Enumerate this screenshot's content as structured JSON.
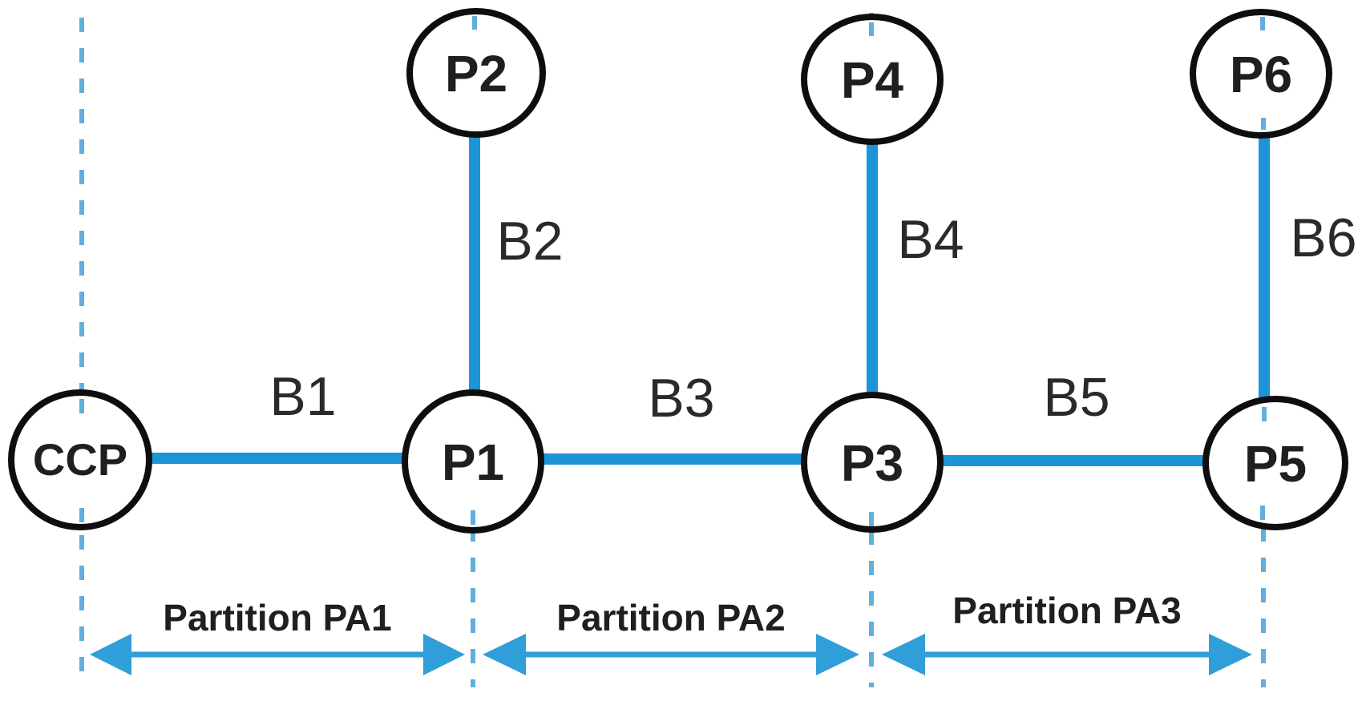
{
  "diagram": {
    "nodes": [
      {
        "id": "CCP",
        "label": "CCP"
      },
      {
        "id": "P1",
        "label": "P1"
      },
      {
        "id": "P2",
        "label": "P2"
      },
      {
        "id": "P3",
        "label": "P3"
      },
      {
        "id": "P4",
        "label": "P4"
      },
      {
        "id": "P5",
        "label": "P5"
      },
      {
        "id": "P6",
        "label": "P6"
      }
    ],
    "branches": [
      {
        "label": "B1",
        "from": "CCP",
        "to": "P1"
      },
      {
        "label": "B2",
        "from": "P2",
        "to": "P1"
      },
      {
        "label": "B3",
        "from": "P1",
        "to": "P3"
      },
      {
        "label": "B4",
        "from": "P4",
        "to": "P3"
      },
      {
        "label": "B5",
        "from": "P3",
        "to": "P5"
      },
      {
        "label": "B6",
        "from": "P6",
        "to": "P5"
      }
    ],
    "partitions": [
      {
        "label": "Partition PA1",
        "from": "CCP",
        "to": "P1"
      },
      {
        "label": "Partition PA2",
        "from": "P1",
        "to": "P3"
      },
      {
        "label": "Partition PA3",
        "from": "P3",
        "to": "P5"
      }
    ],
    "colors": {
      "branch": "#1b95d7",
      "guide": "#62aedd",
      "arrow": "#2f9ed9",
      "node-fill": "#ffffff",
      "node-stroke": "#0e0e0e",
      "label": "#1f1f1f",
      "branch-label": "#2a2a2a",
      "background": "#ffffff"
    }
  }
}
